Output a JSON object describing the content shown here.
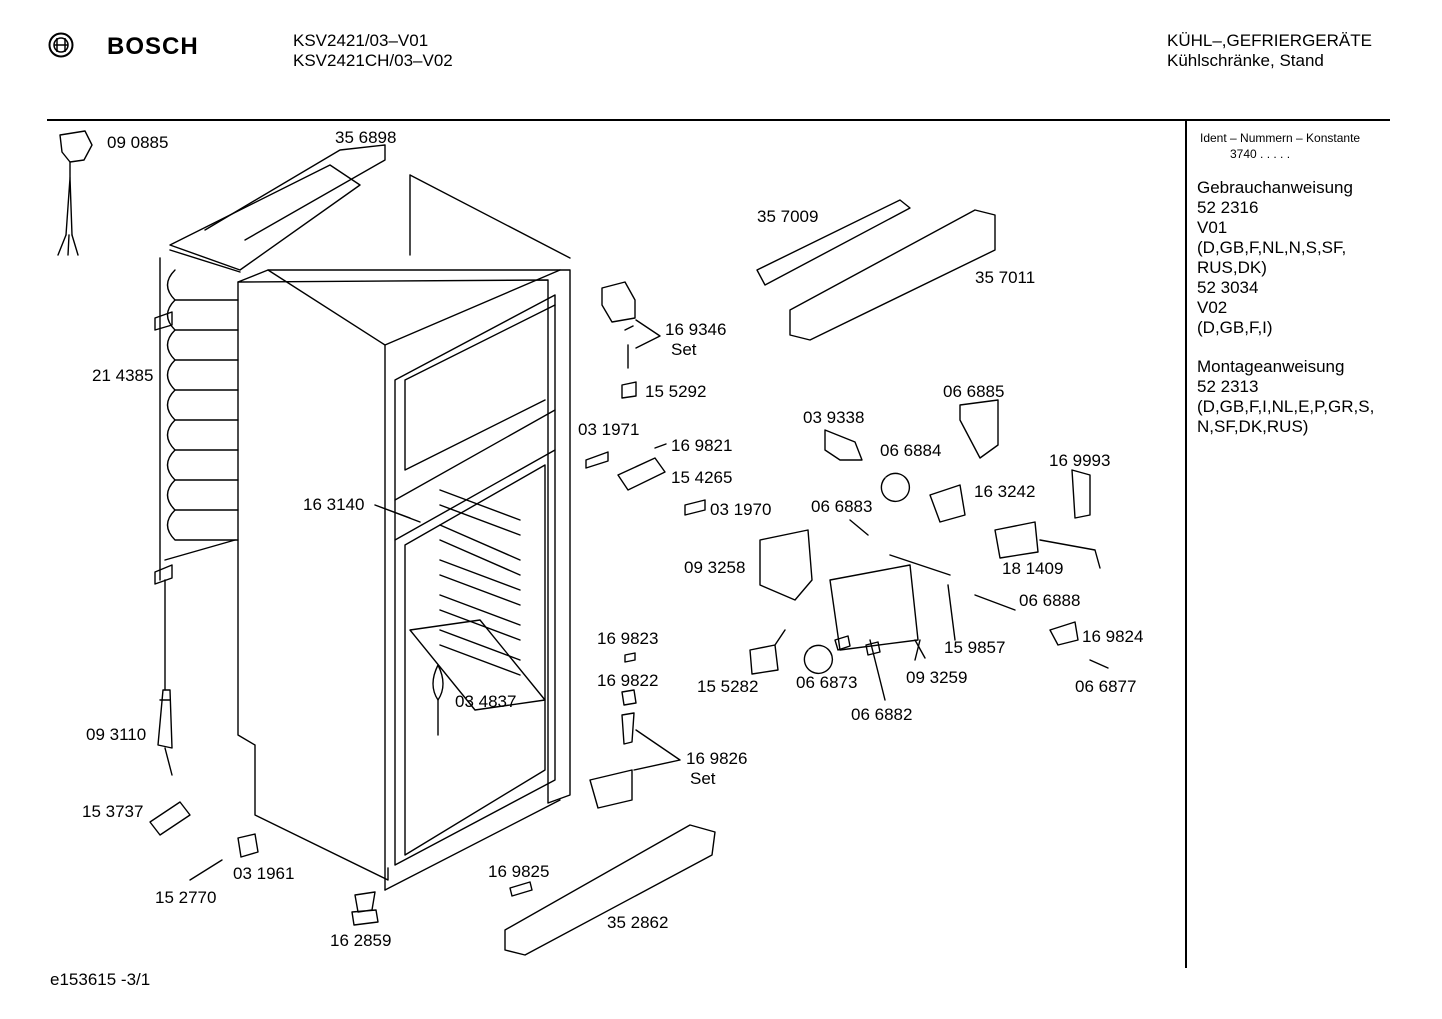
{
  "header": {
    "brand": "BOSCH",
    "models": [
      "KSV2421/03–V01",
      "KSV2421CH/03–V02"
    ],
    "category": "KÜHL–,GEFRIERGERÄTE",
    "subcategory": "Kühlschränke, Stand"
  },
  "sidebar": {
    "ident_title": "Ident – Nummern – Konstante",
    "ident_value": "3740  .  .  .  .  .",
    "lines": [
      "Gebrauchanweisung",
      "52 2316",
      "V01",
      "(D,GB,F,NL,N,S,SF,",
      "RUS,DK)",
      "52 3034",
      "V02",
      "(D,GB,F,I)",
      "",
      "Montageanweisung",
      "52 2313",
      "(D,GB,F,I,NL,E,P,GR,S,",
      "N,SF,DK,RUS)"
    ]
  },
  "parts": {
    "p090885": "09 0885",
    "p356898": "35 6898",
    "p214385": "21 4385",
    "p093110": "09 3110",
    "p153737": "15 3737",
    "p152770": "15 2770",
    "p031961": "03 1961",
    "p162859": "16 2859",
    "p163140": "16 3140",
    "p034837": "03 4837",
    "p169346": "16 9346",
    "set1": "Set",
    "p155292": "15 5292",
    "p031971": "03 1971",
    "p169821": "16 9821",
    "p154265": "15 4265",
    "p031970": "03 1970",
    "p357009": "35 7009",
    "p357011": "35 7011",
    "p066885": "06 6885",
    "p039338": "03 9338",
    "p066884": "06 6884",
    "p169993": "16 9993",
    "p163242": "16 3242",
    "p066883": "06 6883",
    "p181409": "18 1409",
    "p093258": "09 3258",
    "p066888": "06 6888",
    "p159857": "15 9857",
    "p169824": "16 9824",
    "p169823": "16 9823",
    "p169822": "16 9822",
    "p155282": "15 5282",
    "p066873": "06 6873",
    "p093259": "09 3259",
    "p066877": "06 6877",
    "p066882": "06 6882",
    "p169826": "16 9826",
    "set2": "Set",
    "p169825": "16 9825",
    "p352862": "35 2862"
  },
  "footer": {
    "code": "e153615   -3/1"
  }
}
